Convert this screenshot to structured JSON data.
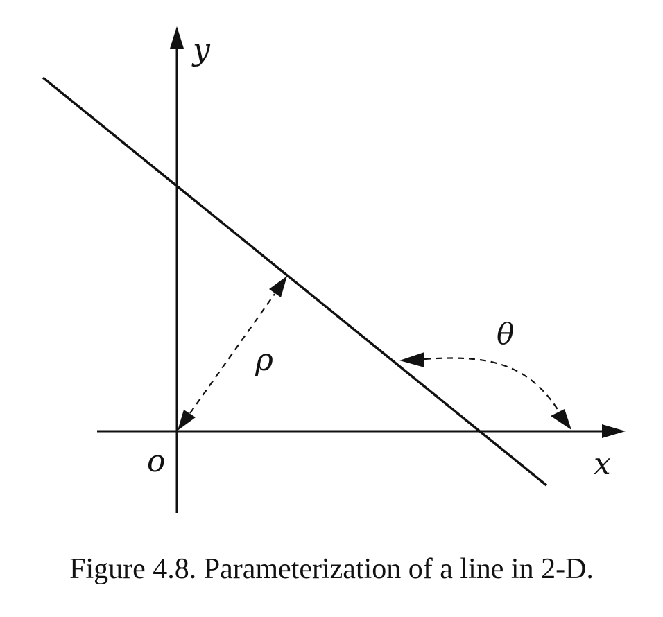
{
  "diagram": {
    "labels": {
      "y_axis": "y",
      "x_axis": "x",
      "origin": "o",
      "rho": "ρ",
      "theta": "θ"
    },
    "caption": "Figure 4.8. Parameterization of a line in 2-D."
  }
}
